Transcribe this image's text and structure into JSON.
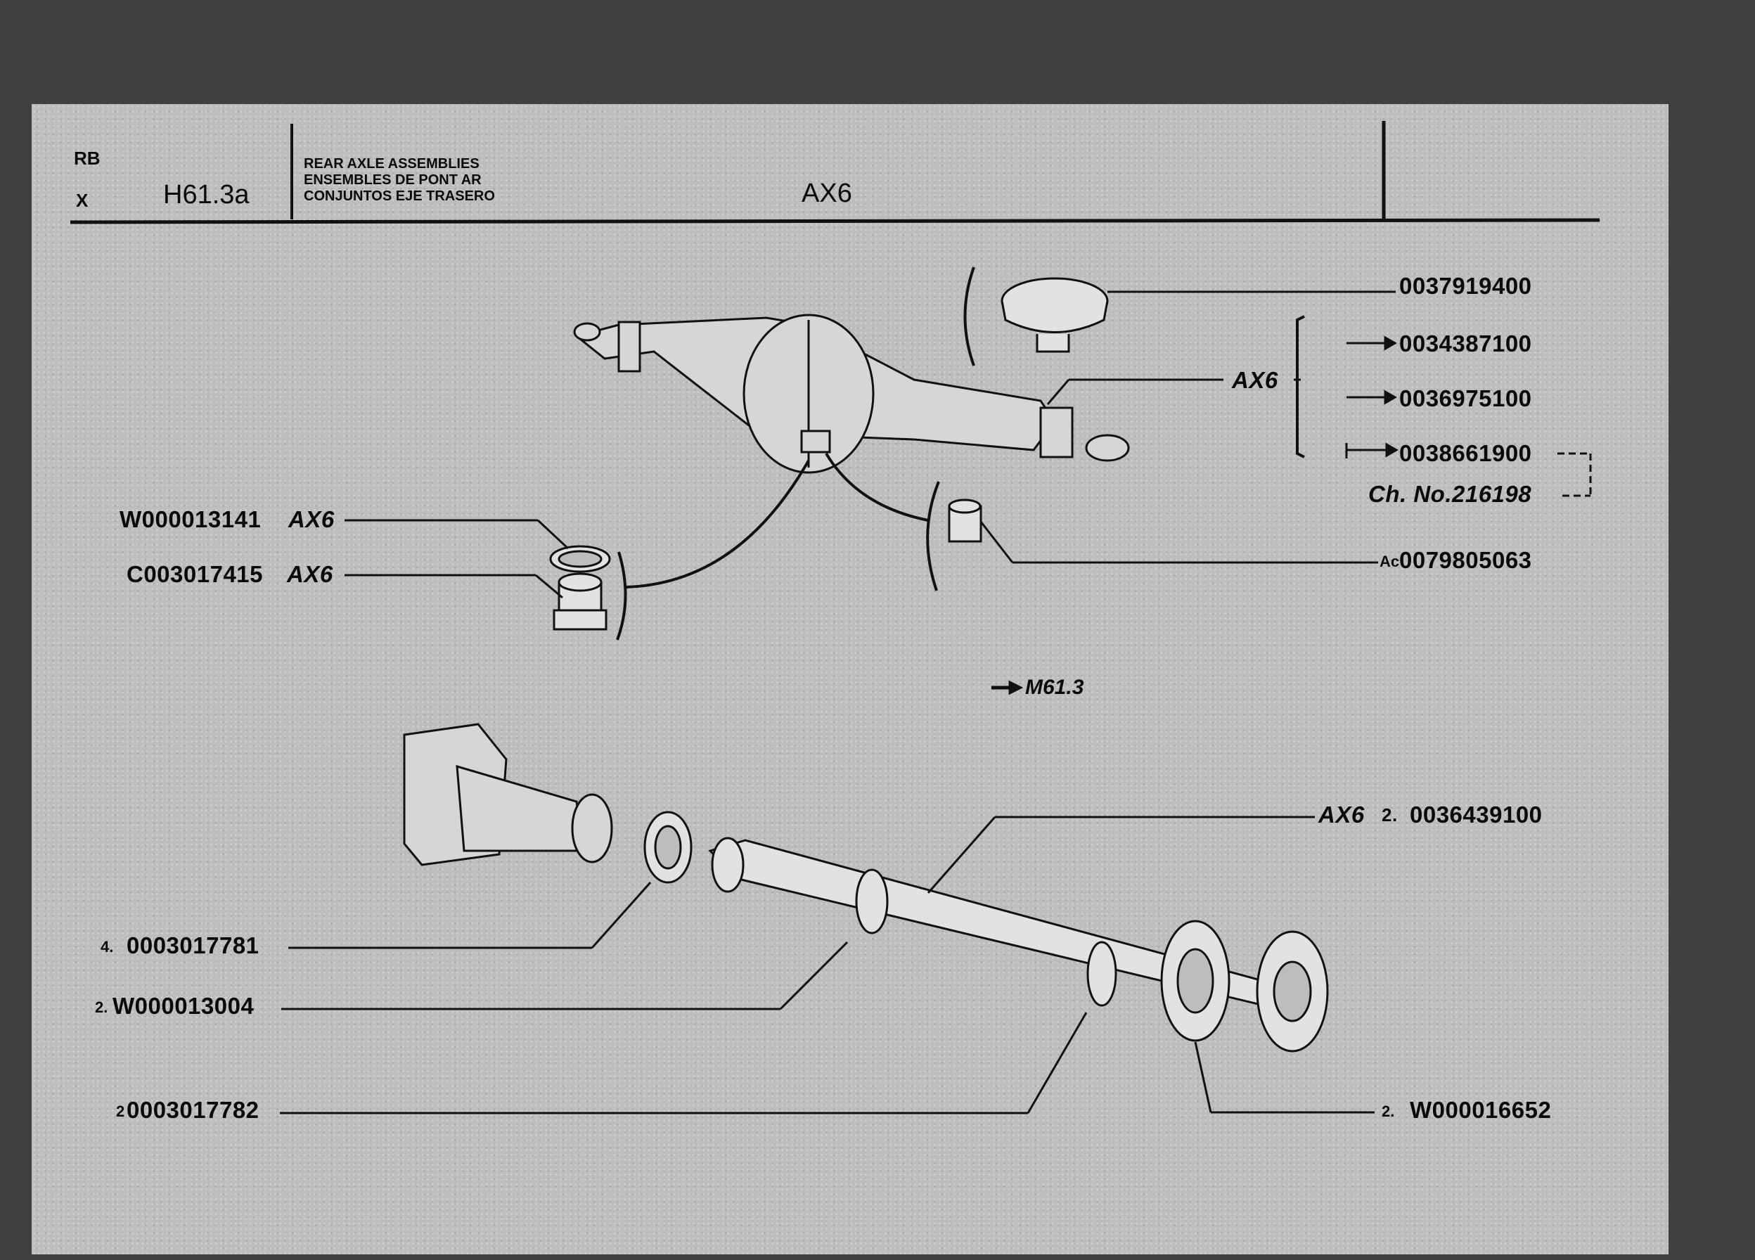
{
  "header": {
    "code_line1": "RB",
    "code_line2": "X",
    "page_ref": "H61.3a",
    "title_lines": [
      "REAR AXLE ASSEMBLIES",
      "ENSEMBLES DE PONT AR",
      "CONJUNTOS EJE TRASERO"
    ],
    "model": "AX6"
  },
  "upper_group": {
    "cover_part": "0037919400",
    "assembly_label": "AX6",
    "assembly_options": [
      {
        "part": "0034387100"
      },
      {
        "part": "0036975100"
      },
      {
        "part": "0038661900",
        "note": "Ch. No.216198"
      }
    ],
    "seal_ring": {
      "part": "W000013141",
      "tag": "AX6"
    },
    "drain_plug": {
      "part": "C003017415",
      "tag": "AX6"
    },
    "filler_plug": {
      "prefix": "Ac",
      "part": "0079805063"
    },
    "cross_ref": "M61.3"
  },
  "lower_group": {
    "axle_shaft": {
      "tag": "AX6",
      "qty": "2.",
      "part": "0036439100"
    },
    "nut": {
      "qty": "4.",
      "part": "0003017781"
    },
    "washer": {
      "qty": "2.",
      "part": "W000013004"
    },
    "lock_washer": {
      "qty": "2",
      "part": "0003017782"
    },
    "gasket": {
      "qty": "2.",
      "part": "W000016652"
    }
  }
}
